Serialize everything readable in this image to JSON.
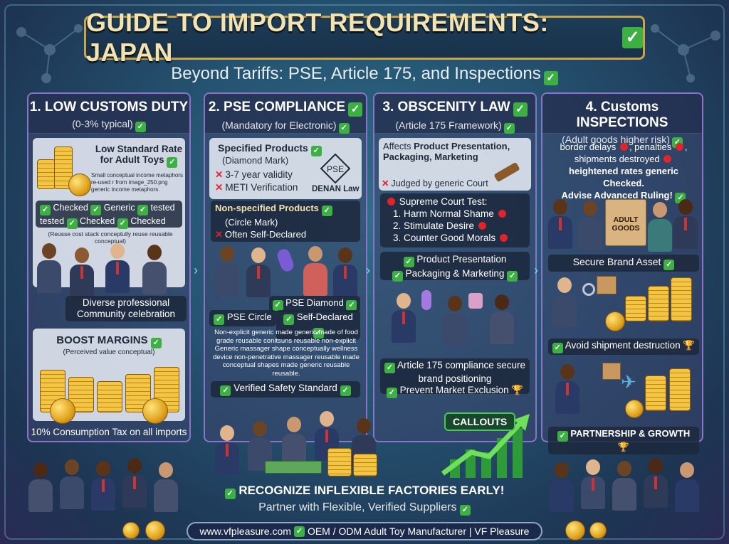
{
  "header": {
    "title": "GUIDE TO IMPORT REQUIREMENTS: JAPAN",
    "subtitle": "Beyond Tariffs: PSE, Article 175, and Inspections"
  },
  "col1": {
    "heading": "1. LOW CUSTOMS DUTY",
    "sub": "(0-3% typical)",
    "rate_title": "Low Standard Rate for Adult Toys",
    "note": "Small conceptual income metaphors re-used r from image_250.png generic income metaphors.",
    "checks": [
      "Checked",
      "Generic",
      "tested",
      "tested",
      "Checked",
      "Checked"
    ],
    "reuse": "(Reusse cost stack conceptully reuse reusable conceptual)",
    "community": "Diverse professional Community celebration",
    "boost": "BOOST MARGINS",
    "boost_sub": "(Perceived value conceptual)",
    "tax": "10% Consumption Tax on all imports"
  },
  "col2": {
    "heading": "2. PSE COMPLIANCE",
    "sub": "(Mandatory for Electronic)",
    "spec_title": "Specified Products",
    "spec_mark": "(Diamond Mark)",
    "spec_items": [
      "3-7 year validity",
      "METI Verification"
    ],
    "denan": "DENAN Law",
    "pse_logo": "PSE",
    "nonspec_title": "Non-specified Products",
    "nonspec_mark": "(Circle Mark)",
    "nonspec_item": "Often Self-Declared",
    "tag_diamond": "PSE Diamond",
    "tag_circle": "PSE Circle",
    "tag_self": "Self-Declared",
    "body": "Non-explicit generic made generic made of food grade reusable conitsuns reusable non-explicit Generic massager shape conceptually wellness device non-penetrative massager reusable made conceptual shapes made generic reusable reusable.",
    "verified": "Verified Safety Standard"
  },
  "col3": {
    "heading": "3. OBSCENITY LAW",
    "sub": "(Article 175 Framework)",
    "affects_pre": "Affects",
    "affects_bold": "Product Presentation, Packaging, Marketing",
    "judged": "Judged by generic Court",
    "test_title": "Supreme Court Test:",
    "tests": [
      "1. Harm Normal Shame",
      "2. Stimulate Desire",
      "3. Counter Good Morals"
    ],
    "pres1": "Product Presentation",
    "pres2": "Packaging & Marketing",
    "art1": "Article 175 compliance secure brand positioning",
    "art2": "Prevent Market Exclusion"
  },
  "col4": {
    "heading": "4. Customs INSPECTIONS",
    "sub": "(Adult goods higher risk)",
    "p1a": "border delays",
    "p1b": ", penalties",
    "p1c": ", shipments destroyed",
    "p2": "heightened rates generic Checked.",
    "p3": "Advise Advanced Ruling!",
    "box_label": "ADULT GOODS",
    "secure": "Secure Brand Asset",
    "avoid": "Avoid shipment destruction",
    "partner": "PARTNERSHIP & GROWTH"
  },
  "footer": {
    "callouts": "CALLOUTS",
    "banner1": "RECOGNIZE INFLEXIBLE FACTORIES EARLY!",
    "banner2": "Partner with Flexible, Verified Suppliers",
    "url": "www.vfpleasure.com",
    "url_rest": "OEM / ODM Adult Toy Manufacturer  | VF Pleasure"
  },
  "colors": {
    "check": "#3cb043",
    "gold": "#c9a54a",
    "purple": "#8a74c9",
    "red": "#e0242a"
  }
}
